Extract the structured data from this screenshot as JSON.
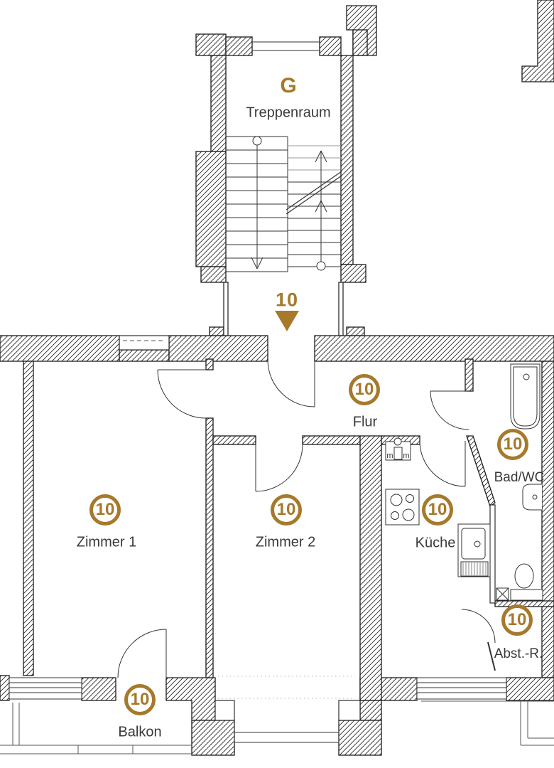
{
  "colors": {
    "accent": "#A6792B",
    "ink": "#3A3A3A",
    "line": "#1B1B1B"
  },
  "stairwell": {
    "unit_letter": "G",
    "name": "Treppenraum",
    "entrance_unit_number": "10"
  },
  "rooms": [
    {
      "key": "flur",
      "name": "Flur",
      "unit_badge": "10"
    },
    {
      "key": "zimmer-1",
      "name": "Zimmer 1",
      "unit_badge": "10"
    },
    {
      "key": "zimmer-2",
      "name": "Zimmer 2",
      "unit_badge": "10"
    },
    {
      "key": "kueche",
      "name": "Küche",
      "unit_badge": "10"
    },
    {
      "key": "bad-wc",
      "name": "Bad/WC",
      "unit_badge": "10"
    },
    {
      "key": "abstellraum",
      "name": "Abst.-R.",
      "unit_badge": "10"
    },
    {
      "key": "balkon",
      "name": "Balkon",
      "unit_badge": "10"
    }
  ],
  "fixtures": {
    "washer_symbol_left": "m",
    "washer_symbol_right": "m",
    "icons": [
      "bathtub",
      "washbasin",
      "toilet",
      "stove",
      "kitchen-sink",
      "washing-machine",
      "shaft"
    ]
  }
}
